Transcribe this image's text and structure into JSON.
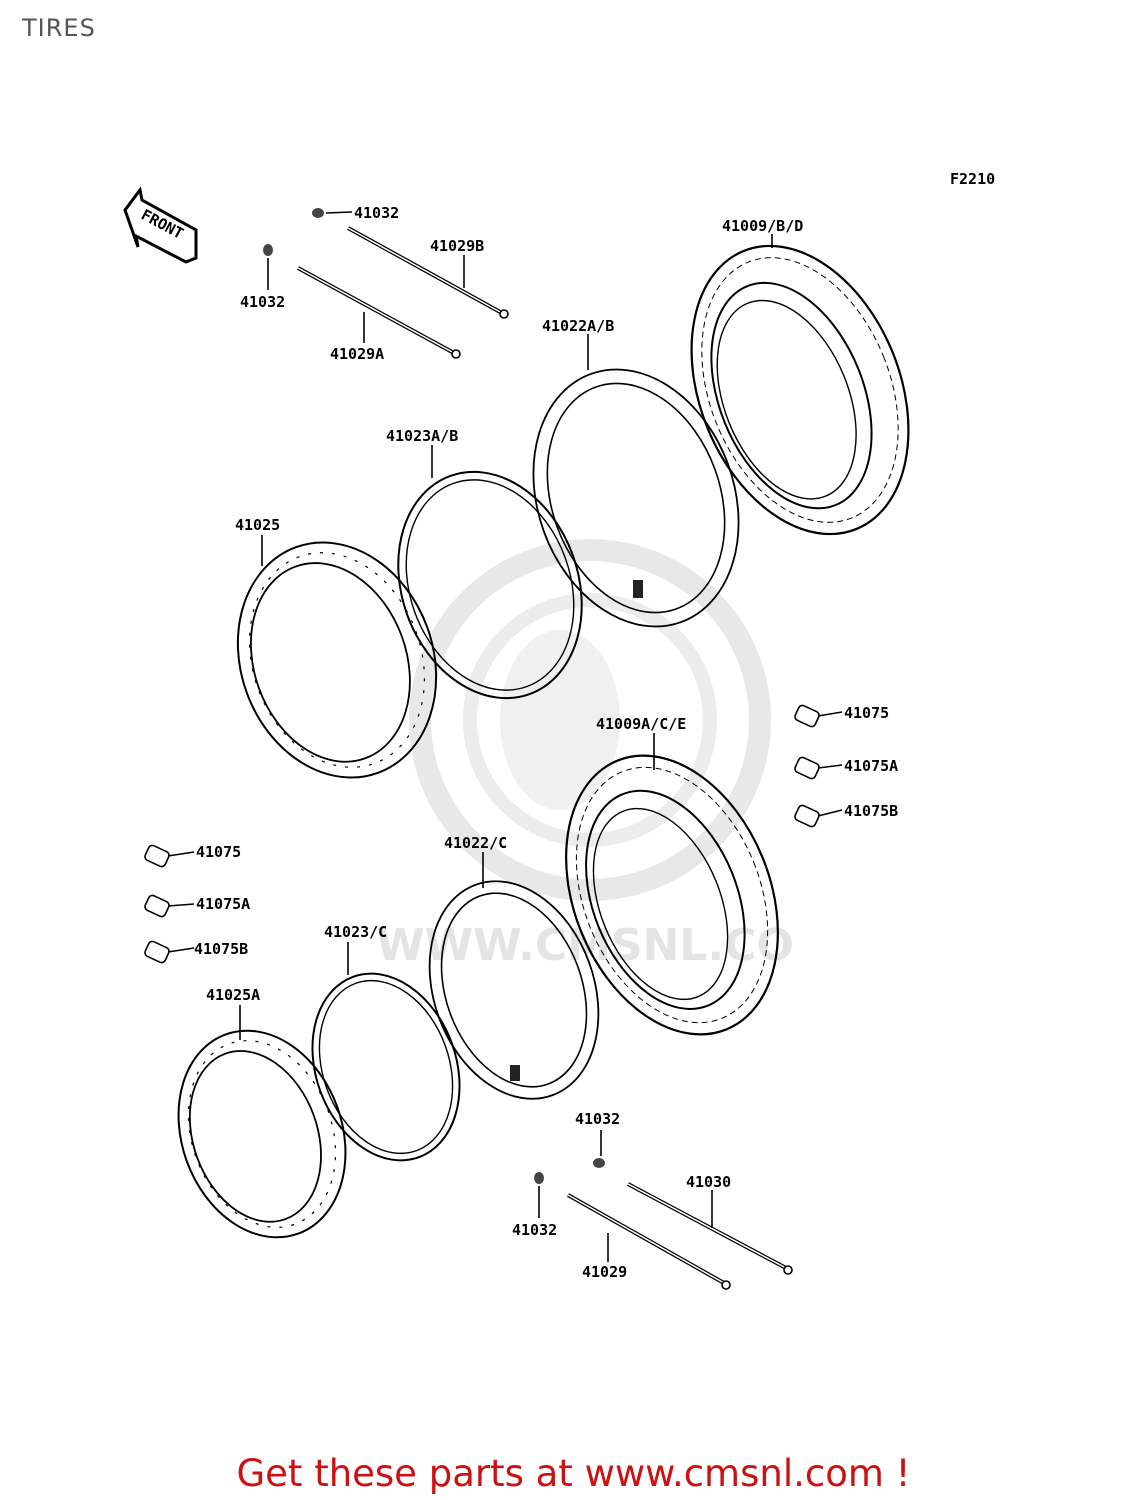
{
  "title": "TIRES",
  "figure_code": "F2210",
  "front_label": "FRONT",
  "watermark_text": "WWW.CMSNL.CO",
  "footer": "Get these parts at www.cmsnl.com !",
  "colors": {
    "title": "#555555",
    "footer": "#cc1111",
    "ink": "#000000",
    "watermark": "#e6e6e6"
  },
  "labels": {
    "l41032_a": "41032",
    "l41029B": "41029B",
    "l41032_b": "41032",
    "l41029A": "41029A",
    "l41009_BD": "41009/B/D",
    "l41022AB": "41022A/B",
    "l41023AB": "41023A/B",
    "l41025": "41025",
    "l41075_r": "41075",
    "l41075A_r": "41075A",
    "l41075B_r": "41075B",
    "l41009ACE": "41009A/C/E",
    "l41075_l": "41075",
    "l41075A_l": "41075A",
    "l41075B_l": "41075B",
    "l41022C": "41022/C",
    "l41023C": "41023/C",
    "l41025A": "41025A",
    "l41032_c": "41032",
    "l41032_d": "41032",
    "l41030": "41030",
    "l41029": "41029"
  }
}
